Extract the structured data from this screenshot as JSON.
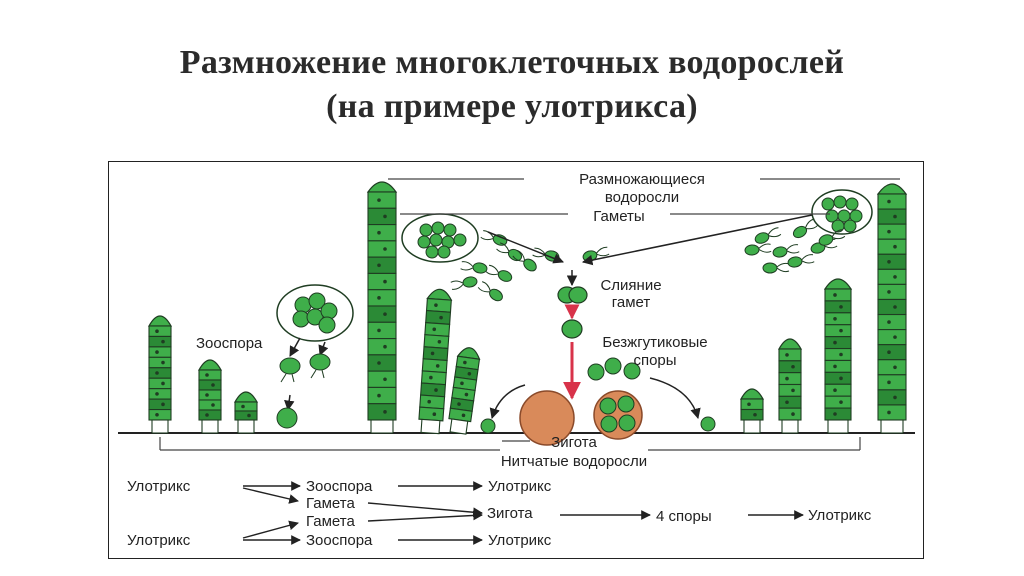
{
  "title": {
    "line1": "Размножение  многоклеточных водорослей",
    "line2": "(на примере улотрикса)"
  },
  "labels": {
    "reproducing": [
      "Размножающиеся",
      "водоросли"
    ],
    "gametes": "Гаметы",
    "fusion": [
      "Слияние",
      "гамет"
    ],
    "flagellaless": [
      "Безжгутиковые",
      "споры"
    ],
    "zoospore": "Зооспора",
    "zygote": "Зигота",
    "filamentous": "Нитчатые водоросли"
  },
  "scheme": {
    "ulothrix_top": "Улотрикс",
    "zoospore_top": "Зооспора",
    "ulothrix_top_end": "Улотрикс",
    "gamete_1": "Гамета",
    "gamete_2": "Гамета",
    "zygote": "Зигота",
    "four_spores": "4 споры",
    "ulothrix_final": "Улотрикс",
    "ulothrix_bottom": "Улотрикс",
    "zoospore_bottom": "Зооспора",
    "ulothrix_bottom_end": "Улотрикс"
  },
  "colors": {
    "cell_fill": "#3fae4a",
    "cell_dark": "#2b8a36",
    "cell_light": "#bfe3b8",
    "outline": "#1f3d22",
    "zygote": "#d98a5a",
    "arrow_red": "#d8334a"
  }
}
